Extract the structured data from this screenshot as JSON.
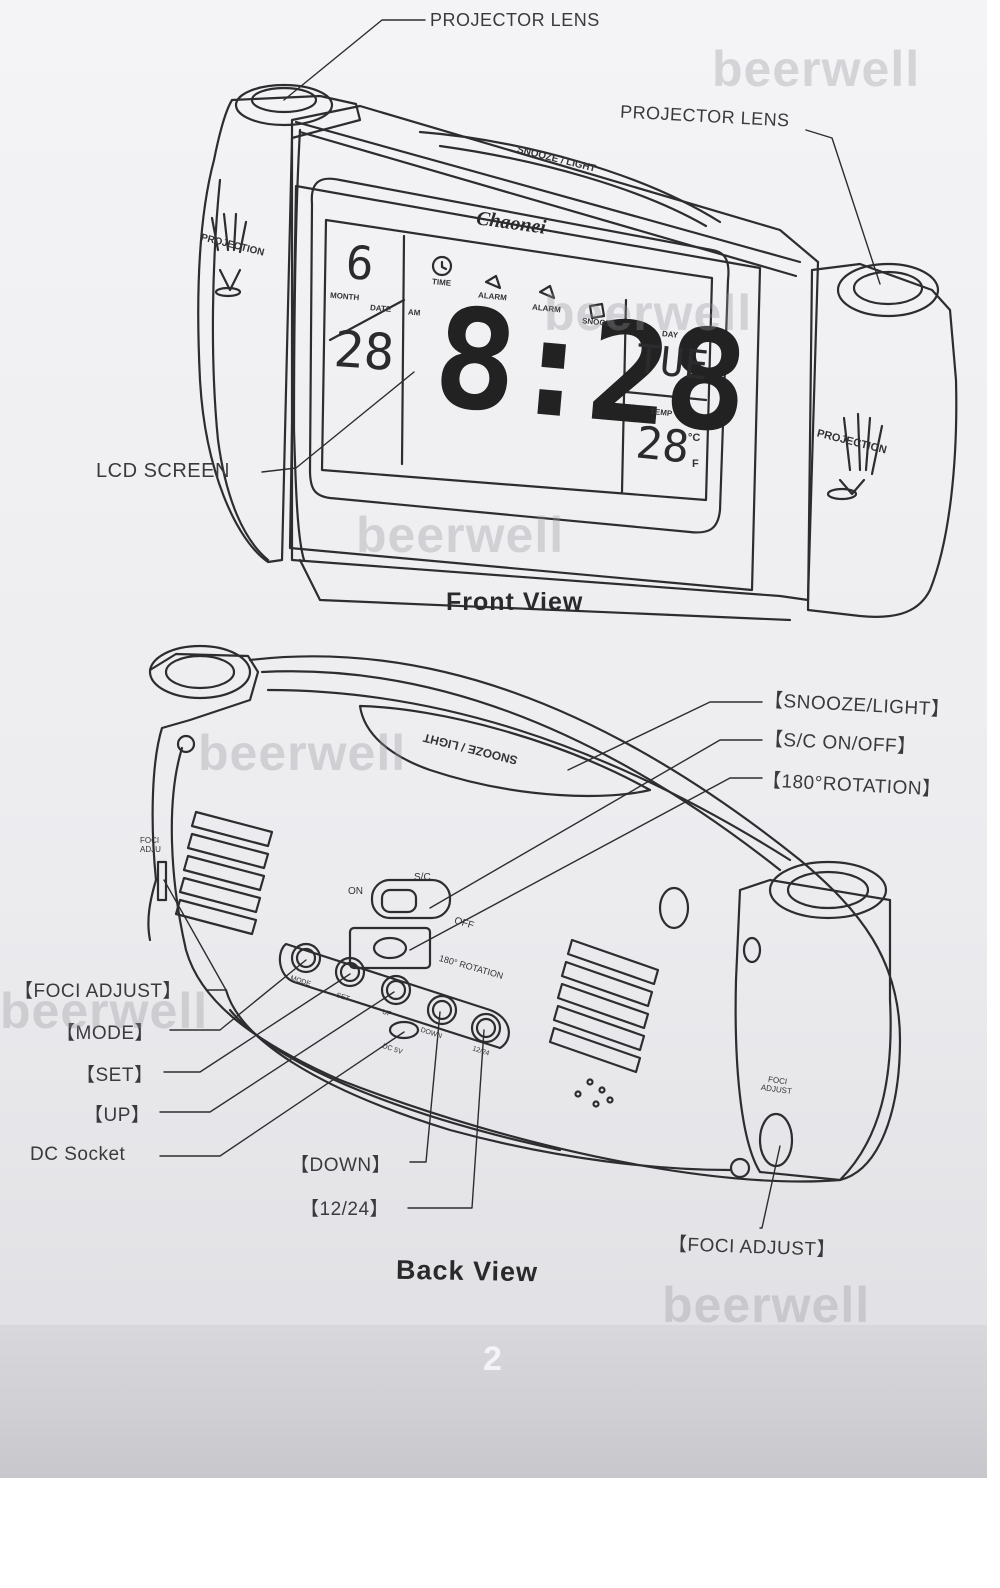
{
  "front_view": {
    "title": "Front View",
    "labels": {
      "projector_lens_left": "PROJECTOR LENS",
      "projector_lens_right": "PROJECTOR LENS",
      "lcd_screen": "LCD SCREEN"
    },
    "device": {
      "brand": "Chaonei",
      "top_button": "SNOOZE / LIGHT",
      "side_label": "PROJECTION",
      "lcd": {
        "month": "6",
        "month_label": "MONTH",
        "date_label": "DATE",
        "date": "28",
        "am": "AM",
        "time": "8:28",
        "icons": [
          "TIME",
          "ALARM",
          "ALARM",
          "SNOOZE"
        ],
        "day_label": "DAY",
        "day": "TUE",
        "temp_label": "TEMP",
        "temp": "28",
        "temp_unit_c": "°C",
        "temp_unit_f": "F"
      }
    }
  },
  "back_view": {
    "title": "Back View",
    "labels": {
      "snooze_light": "【SNOOZE/LIGHT】",
      "sc_on_off": "【S/C ON/OFF】",
      "rotation": "【180°ROTATION】",
      "foci_adjust_left": "【FOCI ADJUST】",
      "mode": "【MODE】",
      "set": "【SET】",
      "up": "【UP】",
      "dc_socket": "DC Socket",
      "down": "【DOWN】",
      "twelve_24": "【12/24】",
      "foci_adjust_right": "【FOCI ADJUST】"
    },
    "device": {
      "top_button": "SNOOZE / LIGHT",
      "switch_on": "ON",
      "switch_sc": "S/C",
      "switch_off": "OFF",
      "rotation_text": "180° ROTATION",
      "button_labels": [
        "MODE",
        "SET",
        "UP",
        "DOWN",
        "12/24"
      ],
      "dc_label": "DC 5V",
      "foci_small_left": "FOCI ADJU",
      "foci_small_right": "FOCI ADJUST"
    }
  },
  "watermark": "beerwell",
  "page_number": "2"
}
